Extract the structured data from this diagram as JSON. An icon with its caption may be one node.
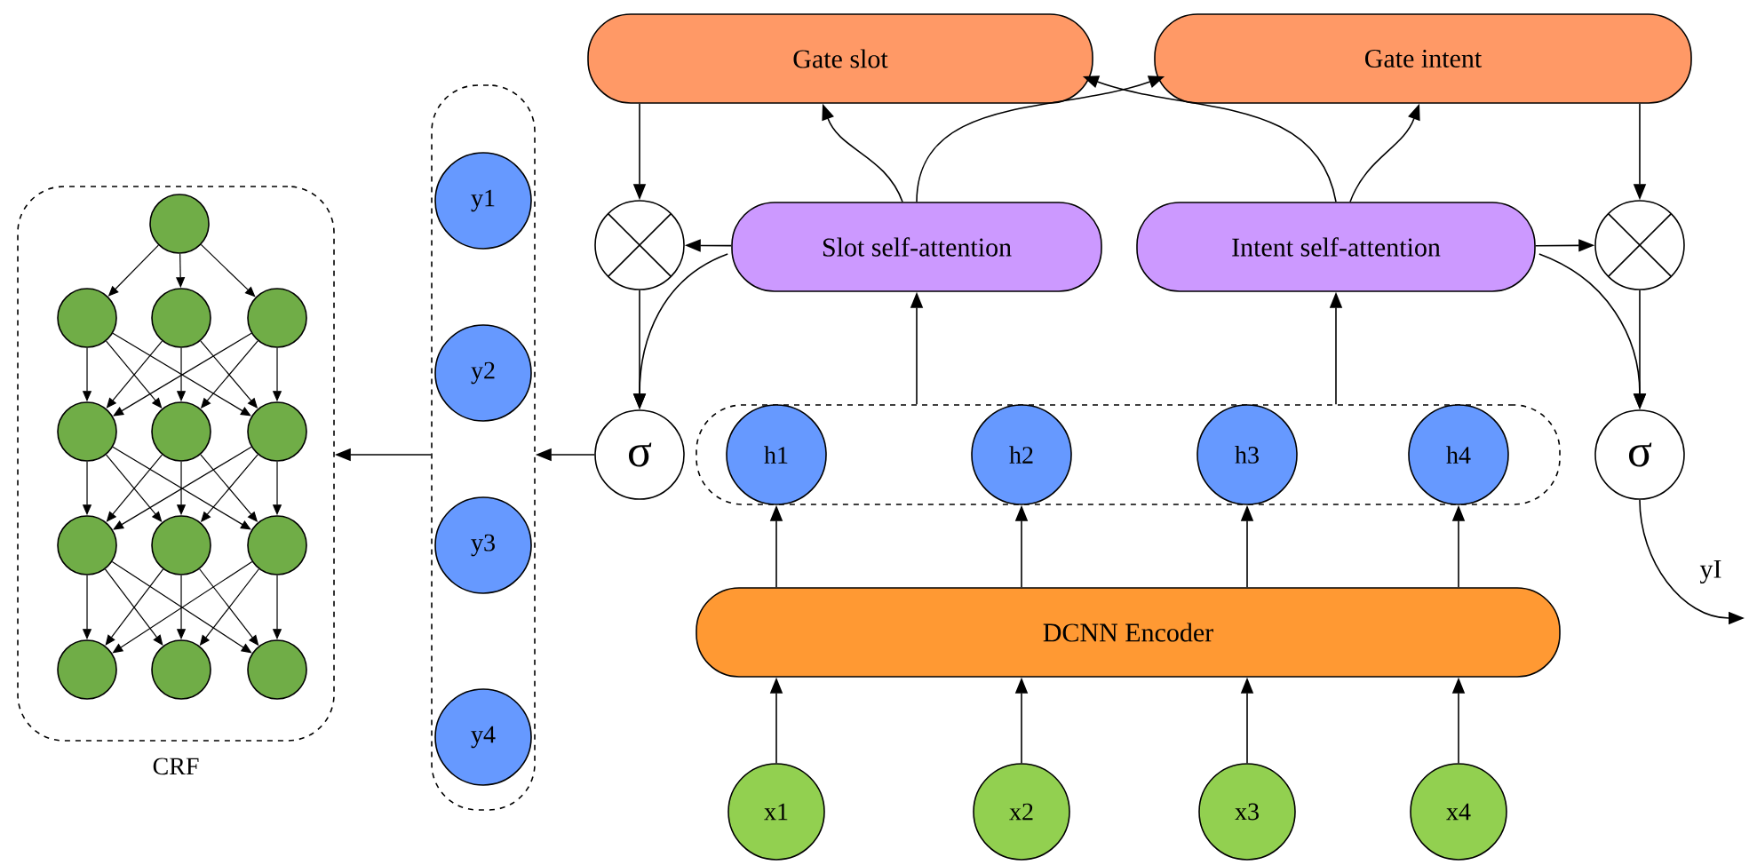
{
  "diagram": {
    "nodes": [
      {
        "text": [
          "Gate slot"
        ]
      },
      {
        "text": [
          "Gate intent"
        ]
      },
      {
        "text": [],
        "shape": "circle"
      },
      {
        "text": [
          "Slot self-attention"
        ]
      },
      {
        "text": [
          "Intent self-attention"
        ]
      },
      {
        "text": [],
        "shape": "circle"
      },
      {
        "text": [
          "σ"
        ]
      },
      {
        "text": [],
        "shape": "box"
      },
      {
        "text": [
          "h1"
        ],
        "in": 7
      },
      {
        "text": [
          "h2"
        ],
        "in": 7
      },
      {
        "text": [
          "h3"
        ],
        "in": 7
      },
      {
        "text": [
          "h4"
        ],
        "in": 7
      },
      {
        "text": [
          "σ"
        ]
      },
      {
        "text": [
          "DCNN Encoder"
        ]
      },
      {
        "text": [
          "x1"
        ]
      },
      {
        "text": [
          "x2"
        ]
      },
      {
        "text": [
          "x3"
        ]
      },
      {
        "text": [
          "x4"
        ]
      },
      {
        "text": [],
        "shape": "box"
      },
      {
        "text": [
          "y1"
        ],
        "in": 18
      },
      {
        "text": [
          "y2"
        ],
        "in": 18
      },
      {
        "text": [
          "y3"
        ],
        "in": 18
      },
      {
        "text": [
          "y4"
        ],
        "in": 18
      },
      {
        "text": [
          "CRF"
        ]
      },
      {
        "text": [],
        "shape": "circle",
        "in": 23
      },
      {
        "text": [],
        "shape": "circle",
        "in": 23
      },
      {
        "text": [],
        "shape": "circle",
        "in": 23
      },
      {
        "text": [],
        "shape": "circle",
        "in": 23
      },
      {
        "text": [],
        "shape": "circle",
        "in": 23
      },
      {
        "text": [],
        "shape": "circle",
        "in": 23
      },
      {
        "text": [],
        "shape": "circle",
        "in": 23
      },
      {
        "text": [],
        "shape": "circle",
        "in": 23
      },
      {
        "text": [],
        "shape": "circle",
        "in": 23
      },
      {
        "text": [],
        "shape": "circle",
        "in": 23
      },
      {
        "text": [],
        "shape": "circle",
        "in": 23
      },
      {
        "text": [],
        "shape": "circle",
        "in": 23
      },
      {
        "text": [],
        "shape": "circle",
        "in": 23
      }
    ],
    "edges": [
      {
        "from": 0,
        "to": 2,
        "arrow": "to"
      },
      {
        "from": 3,
        "to": 2,
        "arrow": "to"
      },
      {
        "from": 2,
        "to": 6,
        "arrow": "to"
      },
      {
        "from": 3,
        "to": 6,
        "arrow": "to"
      },
      {
        "from": 3,
        "to": 0,
        "arrow": "to"
      },
      {
        "from": 3,
        "to": 1,
        "arrow": "to"
      },
      {
        "from": 4,
        "to": 1,
        "arrow": "to"
      },
      {
        "from": 4,
        "to": 0,
        "arrow": "to"
      },
      {
        "from": 1,
        "to": 5,
        "arrow": "to"
      },
      {
        "from": 4,
        "to": 5,
        "arrow": "to"
      },
      {
        "from": 5,
        "to": 12,
        "arrow": "to"
      },
      {
        "from": 4,
        "to": 12,
        "arrow": "to"
      },
      {
        "from": 7,
        "to": 3,
        "arrow": "to"
      },
      {
        "from": 7,
        "to": 4,
        "arrow": "to"
      },
      {
        "from": 13,
        "to": 8,
        "arrow": "to"
      },
      {
        "from": 13,
        "to": 9,
        "arrow": "to"
      },
      {
        "from": 13,
        "to": 10,
        "arrow": "to"
      },
      {
        "from": 13,
        "to": 11,
        "arrow": "to"
      },
      {
        "from": 14,
        "to": 13,
        "arrow": "to"
      },
      {
        "from": 15,
        "to": 13,
        "arrow": "to"
      },
      {
        "from": 16,
        "to": 13,
        "arrow": "to"
      },
      {
        "from": 17,
        "to": 13,
        "arrow": "to"
      },
      {
        "from": 6,
        "to": 18,
        "arrow": "to"
      },
      {
        "from": 18,
        "to": 23,
        "arrow": "to"
      },
      {
        "from": 12,
        "to": null,
        "arrow": "to",
        "label": "yI"
      },
      {
        "from": 24,
        "to": 25,
        "arrow": "to"
      },
      {
        "from": 24,
        "to": 26,
        "arrow": "to"
      },
      {
        "from": 24,
        "to": 27,
        "arrow": "to"
      },
      {
        "from": 25,
        "to": 28,
        "arrow": "to"
      },
      {
        "from": 25,
        "to": 29,
        "arrow": "to"
      },
      {
        "from": 25,
        "to": 30,
        "arrow": "to"
      },
      {
        "from": 26,
        "to": 28,
        "arrow": "to"
      },
      {
        "from": 26,
        "to": 29,
        "arrow": "to"
      },
      {
        "from": 26,
        "to": 30,
        "arrow": "to"
      },
      {
        "from": 27,
        "to": 28,
        "arrow": "to"
      },
      {
        "from": 27,
        "to": 29,
        "arrow": "to"
      },
      {
        "from": 27,
        "to": 30,
        "arrow": "to"
      },
      {
        "from": 28,
        "to": 31,
        "arrow": "to"
      },
      {
        "from": 28,
        "to": 32,
        "arrow": "to"
      },
      {
        "from": 28,
        "to": 33,
        "arrow": "to"
      },
      {
        "from": 29,
        "to": 31,
        "arrow": "to"
      },
      {
        "from": 29,
        "to": 32,
        "arrow": "to"
      },
      {
        "from": 29,
        "to": 33,
        "arrow": "to"
      },
      {
        "from": 30,
        "to": 31,
        "arrow": "to"
      },
      {
        "from": 30,
        "to": 32,
        "arrow": "to"
      },
      {
        "from": 30,
        "to": 33,
        "arrow": "to"
      },
      {
        "from": 31,
        "to": 34,
        "arrow": "to"
      },
      {
        "from": 31,
        "to": 35,
        "arrow": "to"
      },
      {
        "from": 31,
        "to": 36,
        "arrow": "to"
      },
      {
        "from": 32,
        "to": 34,
        "arrow": "to"
      },
      {
        "from": 32,
        "to": 35,
        "arrow": "to"
      },
      {
        "from": 32,
        "to": 36,
        "arrow": "to"
      },
      {
        "from": 33,
        "to": 34,
        "arrow": "to"
      },
      {
        "from": 33,
        "to": 35,
        "arrow": "to"
      },
      {
        "from": 33,
        "to": 36,
        "arrow": "to"
      }
    ]
  }
}
